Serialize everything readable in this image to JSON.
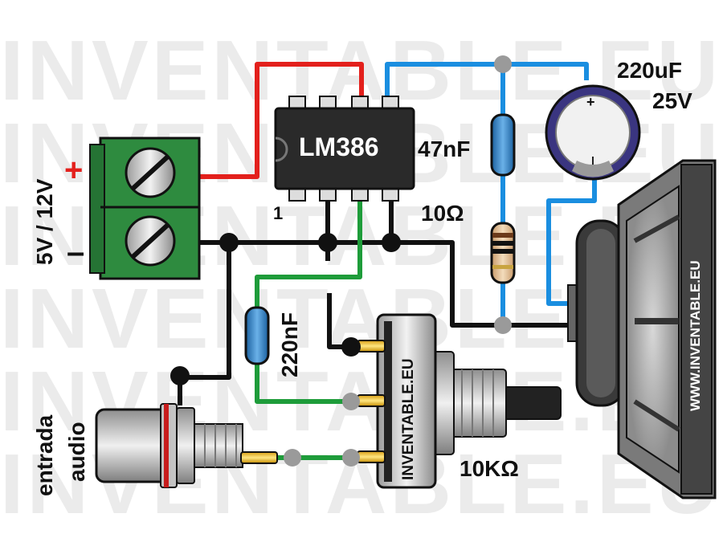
{
  "watermark": "INVENTABLE.EU",
  "labels": {
    "ic": "LM386",
    "pin1": "1",
    "cap_small": "47nF",
    "cap_big_value": "220uF",
    "cap_big_voltage": "25V",
    "resistor": "10Ω",
    "cap_input": "220nF",
    "pot": "10KΩ",
    "supply": "5V / 12V",
    "plus": "+",
    "minus": "–",
    "audio_line1": "entrada",
    "audio_line2": "audio",
    "pot_brand": "INVENTABLE.EU",
    "speaker_brand": "WWW.INVENTABLE.EU",
    "cap_plus": "+"
  },
  "colors": {
    "red_wire": "#e3201c",
    "blue_wire": "#1a8ee0",
    "green_wire": "#1e9c3a",
    "black_wire": "#111111",
    "terminal_green": "#2e8b3f",
    "cap_purple": "#3a3580"
  }
}
